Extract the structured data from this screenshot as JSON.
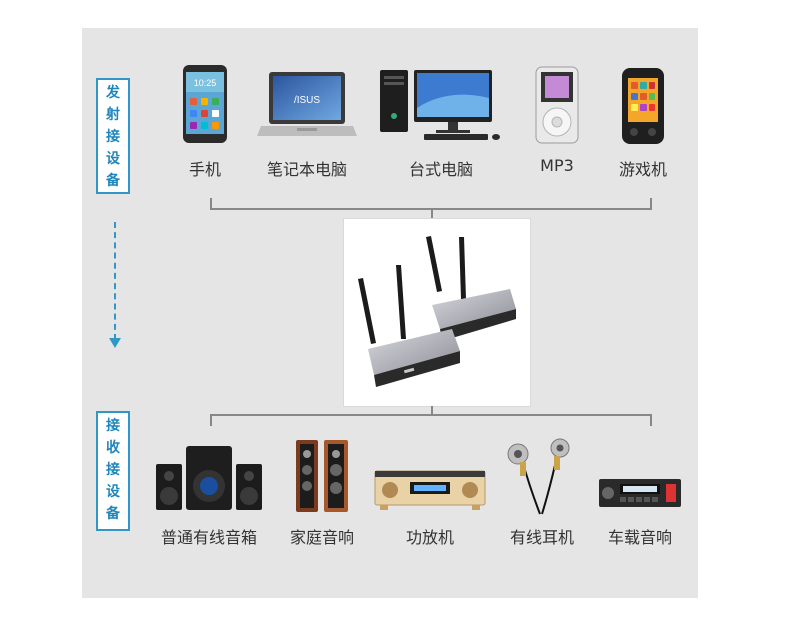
{
  "labels": {
    "send": [
      "发",
      "射",
      "接",
      "设",
      "备"
    ],
    "receive": [
      "接",
      "收",
      "接",
      "设",
      "备"
    ]
  },
  "transmit_devices": [
    {
      "name": "手机",
      "icon": "smartphone-icon"
    },
    {
      "name": "笔记本电脑",
      "icon": "laptop-icon"
    },
    {
      "name": "台式电脑",
      "icon": "desktop-computer-icon"
    },
    {
      "name": "MP3",
      "icon": "mp3-player-icon"
    },
    {
      "name": "游戏机",
      "icon": "handheld-console-icon"
    }
  ],
  "receive_devices": [
    {
      "name": "普通有线音箱",
      "icon": "speaker-system-icon"
    },
    {
      "name": "家庭音响",
      "icon": "floor-speakers-icon"
    },
    {
      "name": "功放机",
      "icon": "amplifier-icon"
    },
    {
      "name": "有线耳机",
      "icon": "earphones-icon"
    },
    {
      "name": "车载音响",
      "icon": "car-stereo-icon"
    }
  ],
  "center_device": {
    "icon": "wireless-transmitter-receiver-icon"
  },
  "colors": {
    "accent": "#2f98c9",
    "panel": "#e5e5e5",
    "connector": "#888888"
  }
}
